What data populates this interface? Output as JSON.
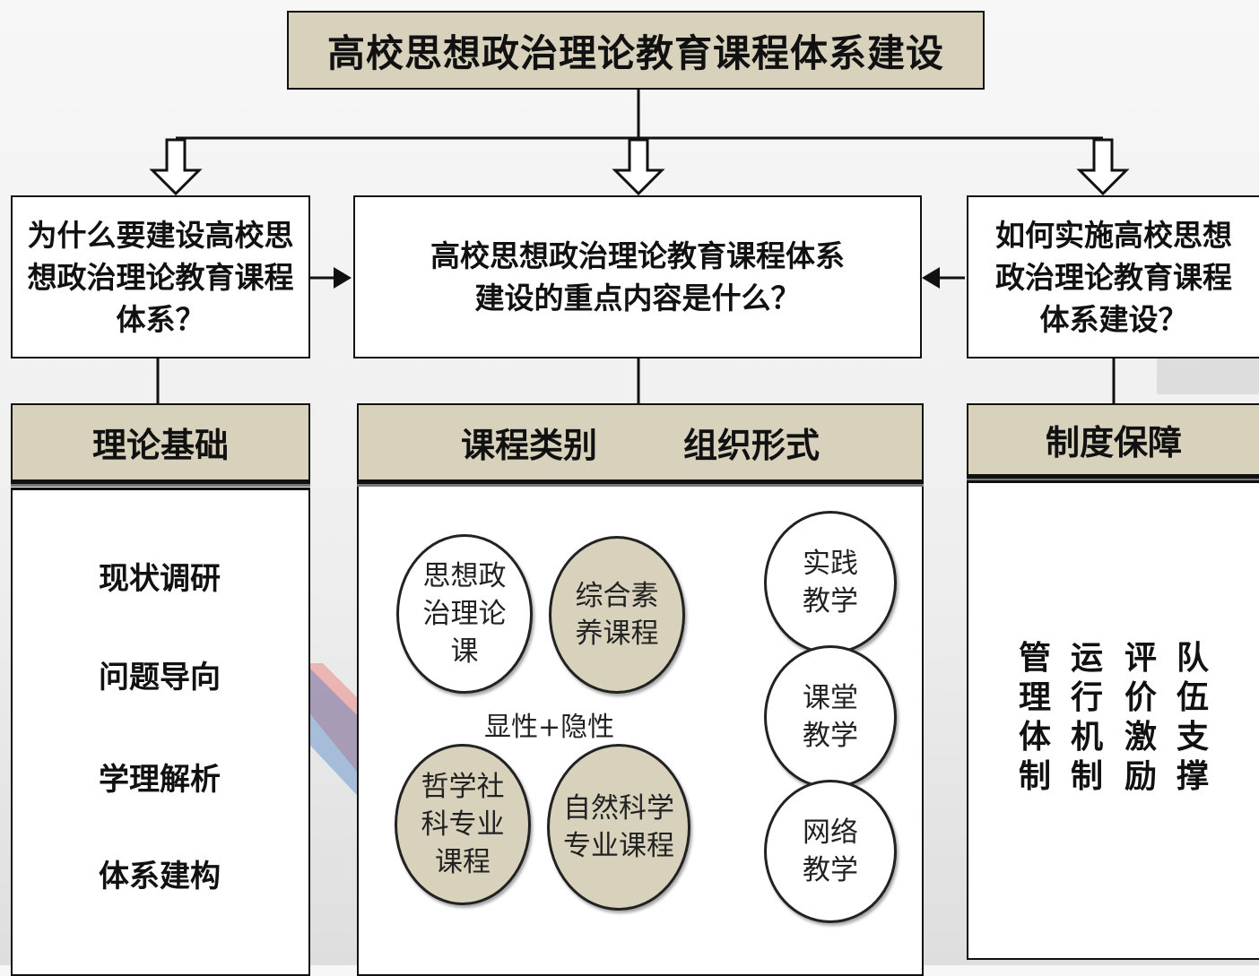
{
  "title": "高校思想政治理论教育课程体系建设",
  "questions": {
    "why": "为什么要建设高校思想政治理论教育课程体系？",
    "what": "高校思想政治理论教育课程体系建设的重点内容是什么？",
    "how": "如何实施高校思想政治理论教育课程体系建设？"
  },
  "left_column": {
    "header": "理论基础",
    "steps": [
      "现状调研",
      "问题导向",
      "学理解析",
      "体系建构"
    ]
  },
  "middle_column": {
    "header_left": "课程类别",
    "header_right": "组织形式",
    "courses": {
      "ideological": "思想政治理论课",
      "comprehensive": "综合素养课程",
      "philosophy": "哲学社科专业课程",
      "science": "自然科学专业课程"
    },
    "explicit_implicit": "显性+隐性",
    "forms": {
      "practice": "实践教学",
      "classroom": "课堂教学",
      "online": "网络教学"
    }
  },
  "right_column": {
    "header": "制度保障",
    "items": [
      "管理体制",
      "运行机制",
      "评价激励",
      "队伍支撑"
    ]
  },
  "colors": {
    "tan": "#d8d2bd",
    "border": "#111111",
    "watermark_blue": "#2f6fc4",
    "watermark_red": "#e8453c"
  }
}
